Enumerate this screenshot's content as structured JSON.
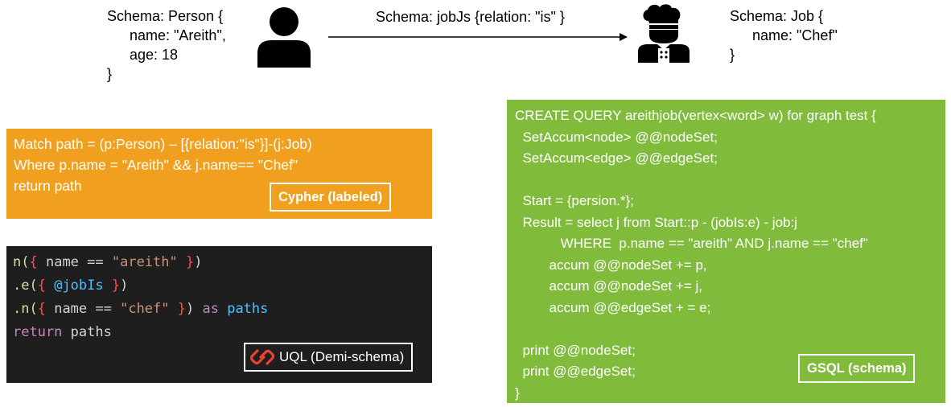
{
  "person_schema": {
    "lines": [
      "Schema: Person {",
      "name: \"Areith\",",
      "age: 18",
      "}"
    ]
  },
  "edge_schema": {
    "label": "Schema: jobJs {relation: \"is\" }"
  },
  "job_schema": {
    "lines": [
      "Schema: Job {",
      "name: \"Chef\"",
      "}"
    ]
  },
  "icons": {
    "person": "person-silhouette-icon",
    "chef": "chef-icon",
    "uql_logo": "ultipa-logo-icon"
  },
  "colors": {
    "cypher_bg": "#f0a01e",
    "uql_bg": "#1e1e1e",
    "gsql_bg": "#80bb3c"
  },
  "cypher": {
    "lines": [
      "Match path = (p:Person) – [{relation:\"is\"}]-(j:Job)",
      "Where p.name = \"Areith\" && j.name== \"Chef\"",
      "return path"
    ],
    "tag": "Cypher (labeled)"
  },
  "uql": {
    "l1": {
      "fn": "n(",
      "open": "{",
      "body": " name == ",
      "str": "\"areith\"",
      "close": " }",
      "end": ")"
    },
    "l2": {
      "fn": ".e(",
      "open": "{",
      "var": " @jobIs",
      "close": " }",
      "end": ")"
    },
    "l3": {
      "fn": ".n(",
      "open": "{",
      "body": " name == ",
      "str": "\"chef\"",
      "close": " }",
      "end": ") ",
      "kw": "as",
      "var": " paths"
    },
    "l4": {
      "kw": "return",
      "rest": " paths"
    },
    "tag": "UQL (Demi-schema)"
  },
  "gsql": {
    "lines": [
      "CREATE QUERY areithjob(vertex<word> w) for graph test {",
      "  SetAccum<node> @@nodeSet;",
      "  SetAccum<edge> @@edgeSet;",
      "",
      "  Start = {persion.*};",
      "  Result = select j from Start::p - (jobIs:e) - job:j",
      "            WHERE  p.name == \"areith\" AND j.name == \"chef\"",
      "         accum @@nodeSet += p,",
      "         accum @@nodeSet += j,",
      "         accum @@edgeSet + = e;",
      "",
      "  print @@nodeSet;",
      "  print @@edgeSet;",
      "}"
    ],
    "tag": "GSQL (schema)"
  }
}
